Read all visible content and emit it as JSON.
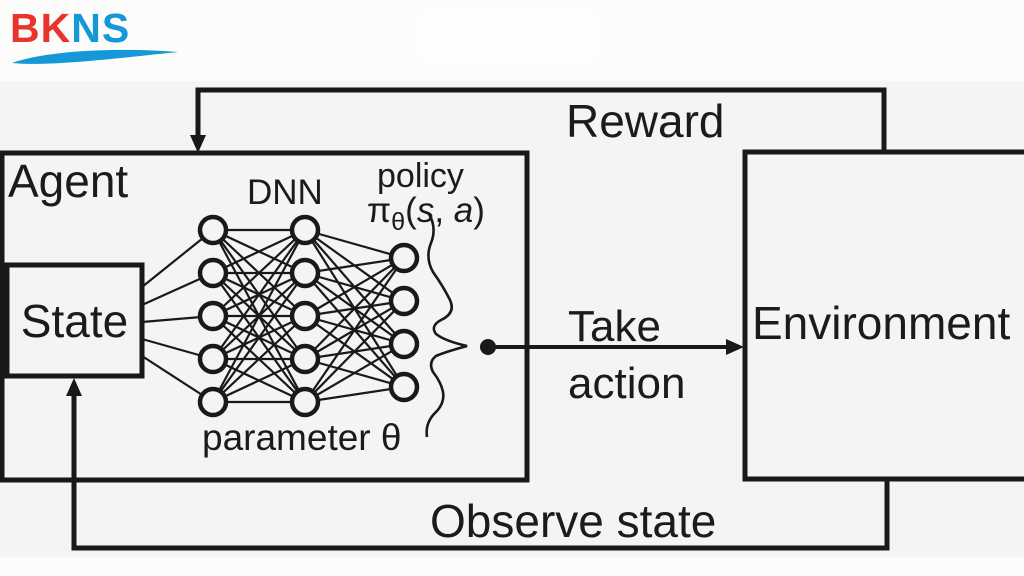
{
  "logo": {
    "part1": "BK",
    "part2": "NS"
  },
  "colors": {
    "logo_red": "#e8342d",
    "logo_blue": "#1598d7",
    "line": "#191919",
    "diagram_bg": "#f5f4f2"
  },
  "nodes": {
    "agent": "Agent",
    "state": "State",
    "environment": "Environment"
  },
  "labels": {
    "reward": "Reward",
    "take_action_line1": "Take",
    "take_action_line2": "action",
    "observe_state": "Observe state",
    "dnn": "DNN",
    "policy": "policy",
    "parameter": "parameter θ"
  },
  "formula": {
    "pi": "π",
    "theta_sub": "θ",
    "open": "(",
    "s": "s",
    "comma": ", ",
    "a": "a",
    "close": ")"
  }
}
